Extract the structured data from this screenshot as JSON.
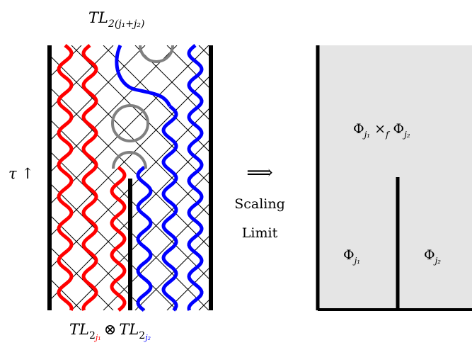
{
  "left_panel": {
    "top_label": {
      "base": "TL",
      "sub": "2(j₁+j₂)"
    },
    "bottom_label": {
      "left_base": "TL",
      "left_sub_prefix": "2",
      "left_sub_j": "j₁",
      "otimes": "⊗",
      "right_base": "TL",
      "right_sub_prefix": "2",
      "right_sub_j": "j₂"
    },
    "time_label": "τ ↑"
  },
  "arrow": {
    "symbol": "⟹",
    "line1": "Scaling",
    "line2": "Limit"
  },
  "right_panel": {
    "upper_label": {
      "phi": "Φ",
      "j1": "j₁",
      "times": "×",
      "f": "f",
      "phi2": "Φ",
      "j2": "j₂"
    },
    "lower_left": {
      "phi": "Φ",
      "sub": "j₁"
    },
    "lower_right": {
      "phi": "Φ",
      "sub": "j₂"
    }
  },
  "colors": {
    "red": "#ff0000",
    "blue": "#0000ff",
    "gray": "#808080",
    "panel_fill": "#e5e5e5",
    "black": "#000000"
  }
}
